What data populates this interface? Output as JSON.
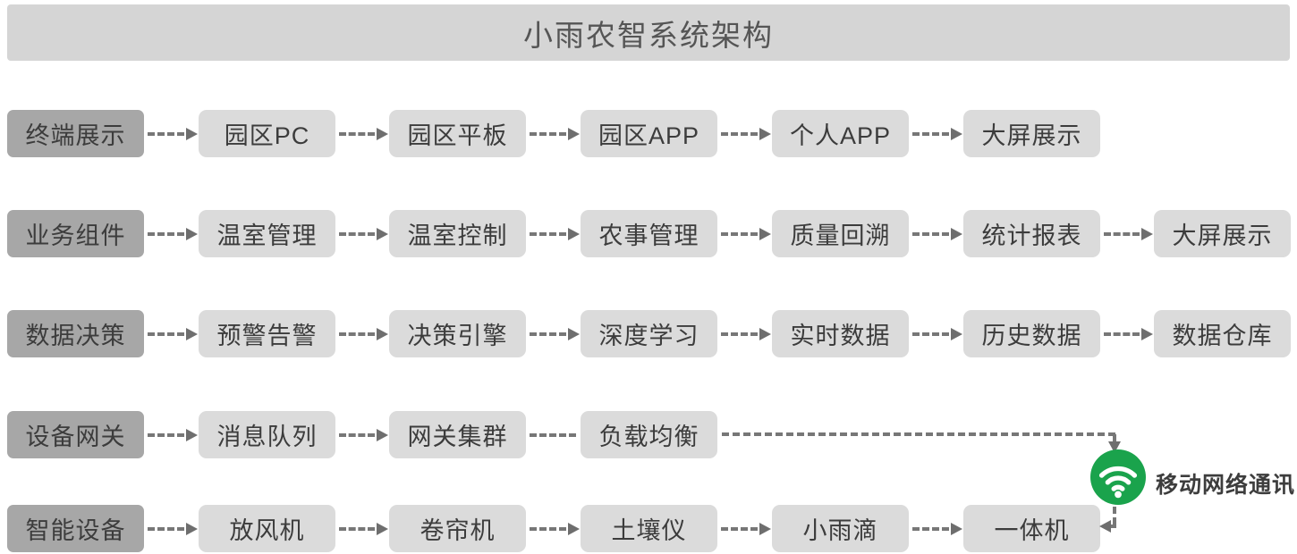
{
  "title": "小雨农智系统架构",
  "rows": [
    {
      "label": "终端展示",
      "items": [
        "园区PC",
        "园区平板",
        "园区APP",
        "个人APP",
        "大屏展示"
      ]
    },
    {
      "label": "业务组件",
      "items": [
        "温室管理",
        "温室控制",
        "农事管理",
        "质量回溯",
        "统计报表",
        "大屏展示"
      ]
    },
    {
      "label": "数据决策",
      "items": [
        "预警告警",
        "决策引擎",
        "深度学习",
        "实时数据",
        "历史数据",
        "数据仓库"
      ]
    },
    {
      "label": "设备网关",
      "items": [
        "消息队列",
        "网关集群",
        "负载均衡"
      ],
      "no_arrow_into": [
        "负载均衡"
      ]
    },
    {
      "label": "智能设备",
      "items": [
        "放风机",
        "卷帘机",
        "土壤仪",
        "小雨滴",
        "一体机"
      ]
    }
  ],
  "network_callout": {
    "label": "移动网络通讯",
    "icon": "wifi",
    "from": "负载均衡",
    "to": "一体机"
  },
  "colors": {
    "title_bar_bg": "#d5d5d5",
    "node_bg": "#dbdbdb",
    "label_node_bg": "#a7a7a7",
    "text": "#3c3c3c",
    "connector": "#777777",
    "wifi_green": "#1aa34c"
  }
}
